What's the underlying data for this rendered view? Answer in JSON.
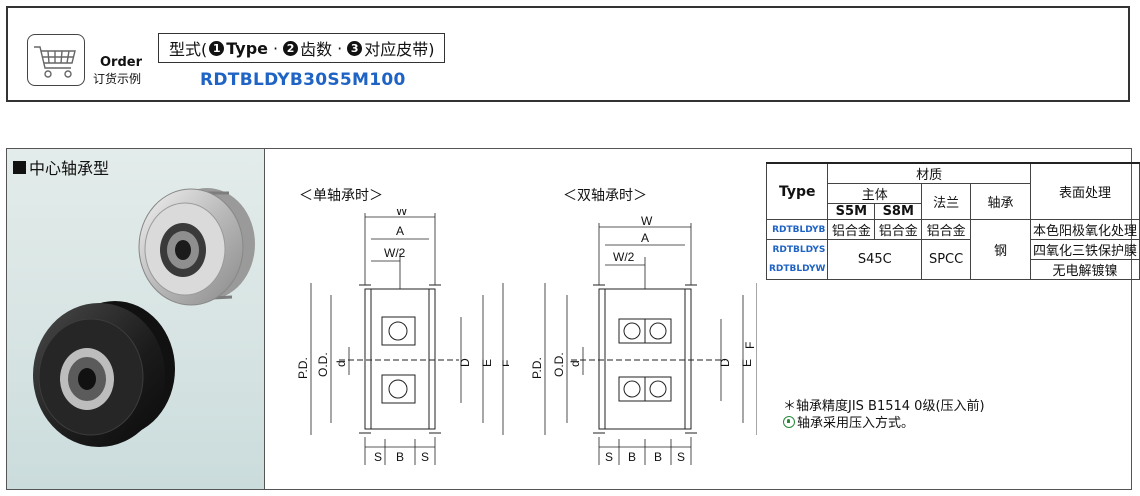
{
  "order": {
    "title": "Order",
    "subtitle": "订货示例",
    "model_prefix": "型式(",
    "n1": "1",
    "type_label": "Type",
    "dot1": "·",
    "n2": "2",
    "teeth_label": "齿数",
    "dot2": "·",
    "n3": "3",
    "belt_label": "对应皮带)",
    "example": "RDTBLDYB30S5M100"
  },
  "section": {
    "title": "中心轴承型"
  },
  "drawings": {
    "single_caption": "＜单轴承时＞",
    "double_caption": "＜双轴承时＞",
    "dims": {
      "W": "W",
      "A": "A",
      "W2": "W/2",
      "PD": "P.D.",
      "OD": "O.D.",
      "d": "d",
      "D": "D",
      "E": "E",
      "F": "F",
      "S": "S",
      "B": "B"
    }
  },
  "table": {
    "type_header": "Type",
    "material_header": "材质",
    "body_header": "主体",
    "flange_header": "法兰",
    "bearing_header": "轴承",
    "surface_header": "表面处理",
    "s5m": "S5M",
    "s8m": "S8M",
    "rows": [
      {
        "type": "RDTBLDYB",
        "s5m": "铝合金",
        "s8m": "铝合金",
        "flange": "铝合金",
        "surface": "本色阳极氧化处理"
      },
      {
        "type": "RDTBLDYS",
        "body": "S45C",
        "flange": "SPCC",
        "surface": "四氧化三铁保护膜"
      },
      {
        "type": "RDTBLDYW",
        "surface": "无电解镀镍"
      }
    ],
    "bearing_steel": "钢"
  },
  "notes": {
    "accuracy": "＊轴承精度JIS B1514 0级(压入前)",
    "method": "轴承采用压入方式。"
  },
  "colors": {
    "accent_blue": "#1f63c4",
    "panel_bg": "#d9e5e4"
  }
}
